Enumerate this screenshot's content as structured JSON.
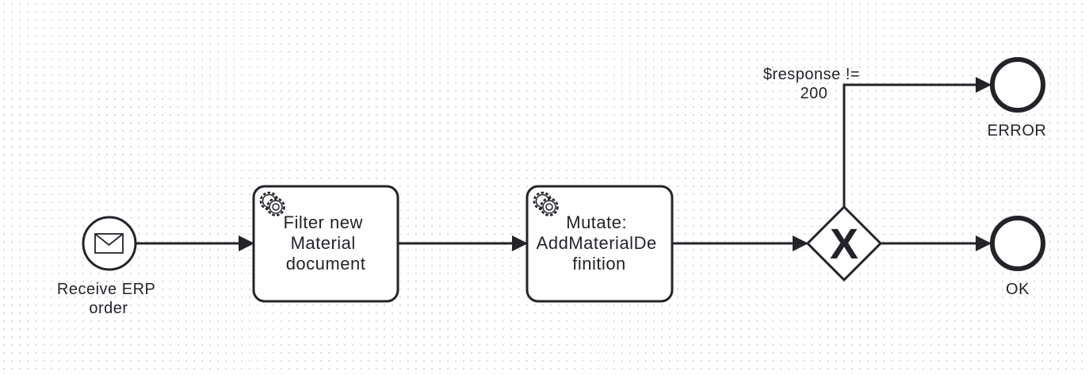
{
  "diagram": {
    "start_event": {
      "label_lines": [
        "Receive ERP",
        "order"
      ],
      "icon": "envelope-icon"
    },
    "tasks": [
      {
        "name": "filter",
        "label_lines": [
          "Filter new",
          "Material",
          "document"
        ],
        "icon": "gear-icon"
      },
      {
        "name": "mutate",
        "label_lines": [
          "Mutate:",
          "AddMaterialDe",
          "finition"
        ],
        "icon": "gear-icon"
      }
    ],
    "gateway": {
      "type": "exclusive",
      "marker": "X"
    },
    "condition": {
      "label_lines": [
        "$response !=",
        "200"
      ]
    },
    "end_events": [
      {
        "name": "error",
        "label": "ERROR"
      },
      {
        "name": "ok",
        "label": "OK"
      }
    ],
    "colors": {
      "stroke": "#22242a",
      "fill": "#ffffff",
      "grid_dot": "#d6d8dc"
    }
  }
}
